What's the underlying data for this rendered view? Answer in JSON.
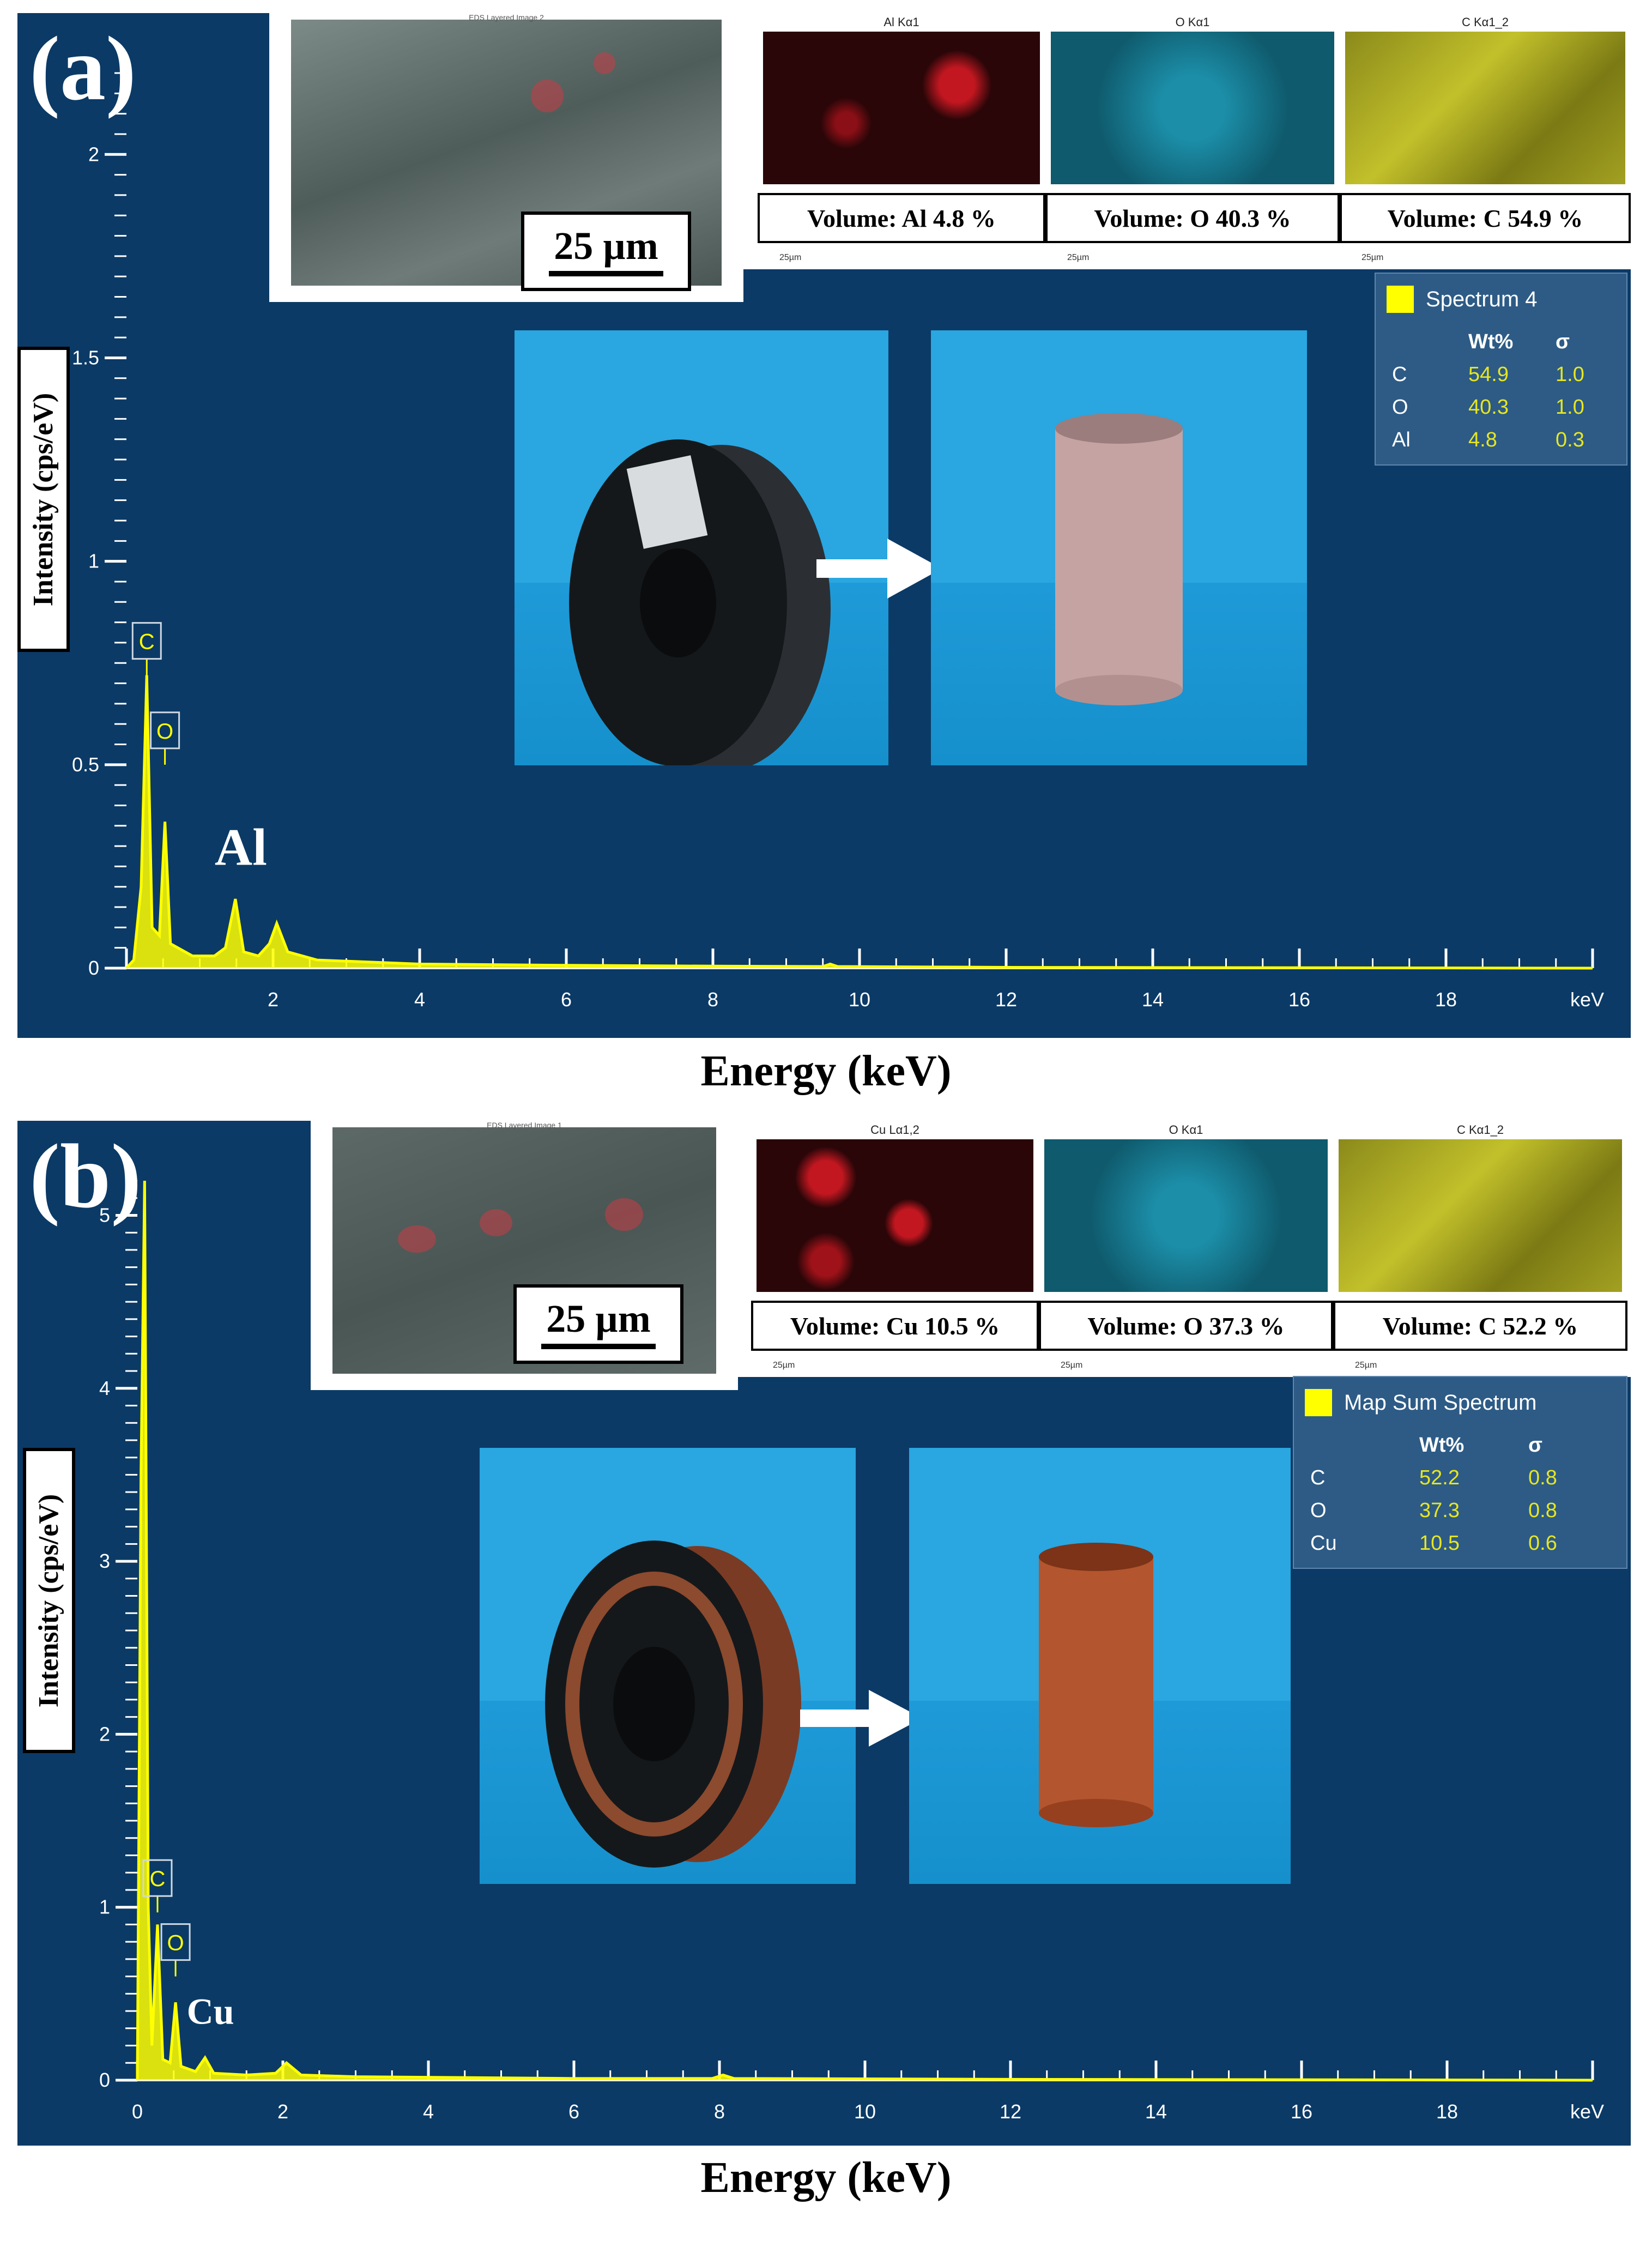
{
  "chart_data": [
    {
      "type": "line",
      "panel": "(a)",
      "ylabel": "Intensity (cps/eV)",
      "xlabel": "Energy (keV)",
      "xlim": [
        0,
        20
      ],
      "ylim": [
        0,
        2.2
      ],
      "x_ticks": [
        "2",
        "4",
        "6",
        "8",
        "10",
        "12",
        "14",
        "16",
        "18",
        "keV"
      ],
      "y_ticks": [
        "0",
        "0.5",
        "1",
        "1.5",
        "2"
      ],
      "grid": false,
      "series": [
        {
          "points": [
            [
              0,
              0
            ],
            [
              0.1,
              0.02
            ],
            [
              0.2,
              0.2
            ],
            [
              0.277,
              0.72
            ],
            [
              0.35,
              0.1
            ],
            [
              0.45,
              0.08
            ],
            [
              0.525,
              0.36
            ],
            [
              0.6,
              0.06
            ],
            [
              0.9,
              0.03
            ],
            [
              1.2,
              0.03
            ],
            [
              1.35,
              0.05
            ],
            [
              1.486,
              0.17
            ],
            [
              1.6,
              0.04
            ],
            [
              1.8,
              0.03
            ],
            [
              1.95,
              0.06
            ],
            [
              2.05,
              0.11
            ],
            [
              2.2,
              0.04
            ],
            [
              2.6,
              0.02
            ],
            [
              4,
              0.01
            ],
            [
              6,
              0.007
            ],
            [
              8,
              0.005
            ],
            [
              9.5,
              0.004
            ],
            [
              9.6,
              0.01
            ],
            [
              9.7,
              0.004
            ],
            [
              12,
              0.002
            ],
            [
              16,
              0.001
            ],
            [
              20,
              0
            ]
          ]
        }
      ],
      "peak_labels": [
        {
          "text": "C",
          "x": 0.277,
          "y": 0.72,
          "boxed": true
        },
        {
          "text": "O",
          "x": 0.525,
          "y": 0.5,
          "boxed": true
        },
        {
          "text": "Al",
          "x": 1.486,
          "y": 0.2,
          "boxed": false
        }
      ]
    },
    {
      "type": "line",
      "panel": "(b)",
      "ylabel": "Intensity (cps/eV)",
      "xlabel": "Energy (keV)",
      "xlim": [
        0,
        20
      ],
      "ylim": [
        0,
        5.2
      ],
      "x_ticks": [
        "0",
        "2",
        "4",
        "6",
        "8",
        "10",
        "12",
        "14",
        "16",
        "18",
        "keV"
      ],
      "y_ticks": [
        "0",
        "1",
        "2",
        "3",
        "4",
        "5"
      ],
      "grid": false,
      "series": [
        {
          "points": [
            [
              0,
              0
            ],
            [
              0.05,
              3.5
            ],
            [
              0.1,
              5.2
            ],
            [
              0.15,
              1.0
            ],
            [
              0.2,
              0.2
            ],
            [
              0.277,
              0.9
            ],
            [
              0.35,
              0.12
            ],
            [
              0.45,
              0.1
            ],
            [
              0.525,
              0.45
            ],
            [
              0.6,
              0.08
            ],
            [
              0.8,
              0.05
            ],
            [
              0.93,
              0.13
            ],
            [
              1.05,
              0.04
            ],
            [
              1.5,
              0.03
            ],
            [
              1.9,
              0.04
            ],
            [
              2.05,
              0.1
            ],
            [
              2.25,
              0.03
            ],
            [
              3,
              0.02
            ],
            [
              6,
              0.01
            ],
            [
              7.9,
              0.01
            ],
            [
              8.05,
              0.03
            ],
            [
              8.2,
              0.01
            ],
            [
              12,
              0.005
            ],
            [
              20,
              0
            ]
          ]
        }
      ],
      "peak_labels": [
        {
          "text": "C",
          "x": 0.277,
          "y": 0.97,
          "boxed": true
        },
        {
          "text": "O",
          "x": 0.525,
          "y": 0.6,
          "boxed": true
        },
        {
          "text": "Cu",
          "x": 0.93,
          "y": 0.2,
          "boxed": false
        }
      ]
    }
  ],
  "panels": {
    "a": {
      "letter": "(a)",
      "sem_caption": "EDS Layered Image 2",
      "scale": "25 µm",
      "maps": [
        {
          "label": "Al Kα1",
          "volume": "Volume: Al 4.8 %",
          "scalebar": "25µm",
          "color": "#c21720"
        },
        {
          "label": "O Kα1",
          "volume": "Volume: O 40.3 %",
          "scalebar": "25µm",
          "color": "#1c8ea8"
        },
        {
          "label": "C Kα1_2",
          "volume": "Volume: C 54.9 %",
          "scalebar": "25µm",
          "color": "#c2c02a"
        }
      ],
      "legend": {
        "title": "Spectrum 4",
        "col_wt": "Wt%",
        "col_sigma": "σ",
        "rows": [
          {
            "el": "C",
            "wt": "54.9",
            "sigma": "1.0"
          },
          {
            "el": "O",
            "wt": "40.3",
            "sigma": "1.0"
          },
          {
            "el": "Al",
            "wt": "4.8",
            "sigma": "0.3"
          }
        ]
      }
    },
    "b": {
      "letter": "(b)",
      "sem_caption": "EDS Layered Image 1",
      "scale": "25 µm",
      "maps": [
        {
          "label": "Cu Lα1,2",
          "volume": "Volume: Cu 10.5 %",
          "scalebar": "25µm",
          "color": "#c21720"
        },
        {
          "label": "O Kα1",
          "volume": "Volume: O 37.3 %",
          "scalebar": "25µm",
          "color": "#1c8ea8"
        },
        {
          "label": "C Kα1_2",
          "volume": "Volume: C 52.2 %",
          "scalebar": "25µm",
          "color": "#c2c02a"
        }
      ],
      "legend": {
        "title": "Map Sum Spectrum",
        "col_wt": "Wt%",
        "col_sigma": "σ",
        "rows": [
          {
            "el": "C",
            "wt": "52.2",
            "sigma": "0.8"
          },
          {
            "el": "O",
            "wt": "37.3",
            "sigma": "0.8"
          },
          {
            "el": "Cu",
            "wt": "10.5",
            "sigma": "0.6"
          }
        ]
      }
    }
  },
  "colors": {
    "background": "#0b3a66",
    "spectrum": "#ffff00",
    "axis": "#ffffff",
    "legend_bg": "#2d5b86"
  }
}
